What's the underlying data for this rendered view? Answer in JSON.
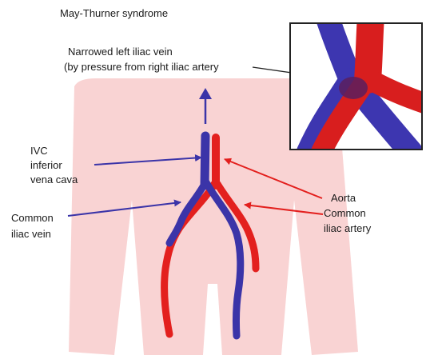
{
  "title": "May-Thurner syndrome",
  "labels": {
    "narrowed_line1": "Narrowed left iliac vein",
    "narrowed_line2": "(by pressure from right iliac artery",
    "ivc_line1": "IVC",
    "ivc_line2": "inferior",
    "ivc_line3": "vena cava",
    "civ_line1": "Common",
    "civ_line2": "iliac vein",
    "aorta": "Aorta",
    "cia_line1": "Common",
    "cia_line2": "iliac artery"
  },
  "colors": {
    "body_silhouette": "#f9d3d3",
    "vein": "#3b34a8",
    "artery": "#e3201e",
    "inset_vein": "#3d36b0",
    "inset_artery": "#d81e1e",
    "inset_overlap": "#5a1f5e"
  }
}
